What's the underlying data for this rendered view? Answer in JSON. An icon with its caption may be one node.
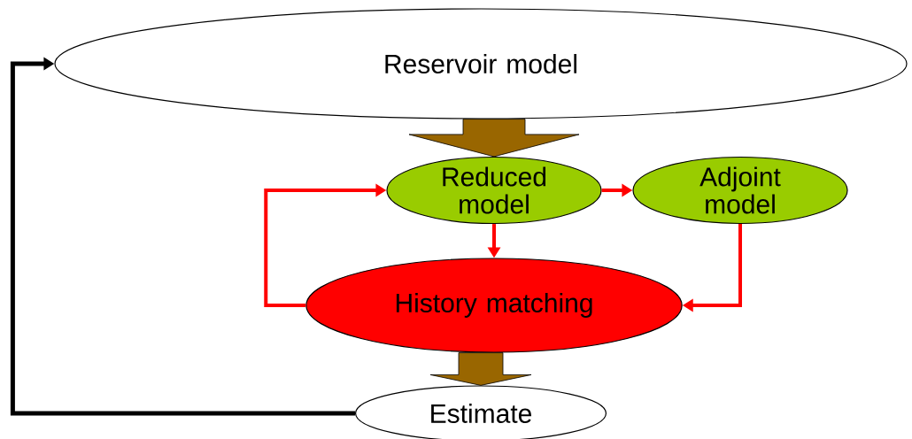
{
  "diagram": {
    "nodes": [
      {
        "text": [
          "Reservoir model"
        ]
      },
      {
        "text": [
          "Reduced model"
        ]
      },
      {
        "text": [
          "Adjoint model"
        ]
      },
      {
        "text": [
          "History matching"
        ]
      },
      {
        "text": [
          "Estimate"
        ]
      }
    ],
    "edges": [
      {
        "from": 0,
        "to": 1,
        "arrow": "to",
        "style": "thick",
        "color": "#996600"
      },
      {
        "from": 1,
        "to": 2,
        "arrow": "to"
      },
      {
        "from": 1,
        "to": 3,
        "arrow": "to"
      },
      {
        "from": 3,
        "to": 1,
        "arrow": "to"
      },
      {
        "from": 2,
        "to": 3,
        "arrow": "to"
      },
      {
        "from": 3,
        "to": 4,
        "arrow": "to",
        "style": "thick",
        "color": "#996600"
      },
      {
        "from": 4,
        "to": 0,
        "arrow": "to",
        "color": "#000000"
      }
    ]
  }
}
